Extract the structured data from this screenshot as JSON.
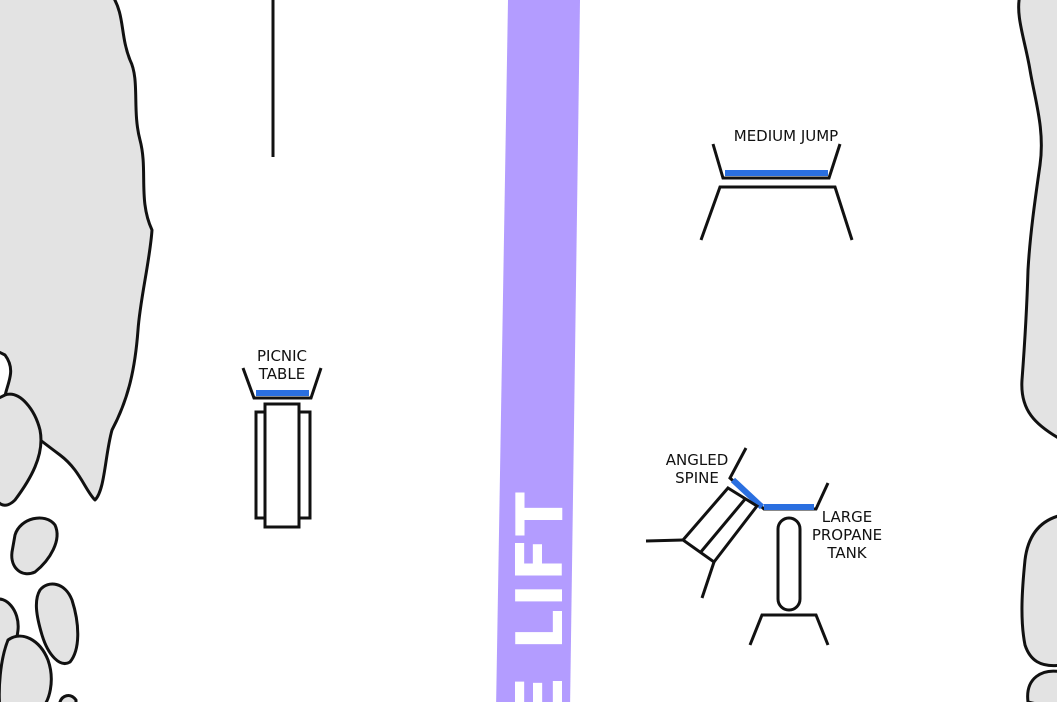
{
  "map": {
    "lift": {
      "label": "E LIFT",
      "color": "#b39cff"
    },
    "features": {
      "picnic_table": {
        "label": "PICNIC\nTABLE"
      },
      "medium_jump": {
        "label": "MEDIUM JUMP"
      },
      "angled_spine": {
        "label": "ANGLED\nSPINE"
      },
      "large_propane_tank": {
        "label": "LARGE\nPROPANE\nTANK"
      }
    },
    "colors": {
      "trees": "#e3e3e3",
      "feature_outline": "#111111",
      "takeoff": "#2a6fe0",
      "snow": "#ffffff"
    }
  }
}
